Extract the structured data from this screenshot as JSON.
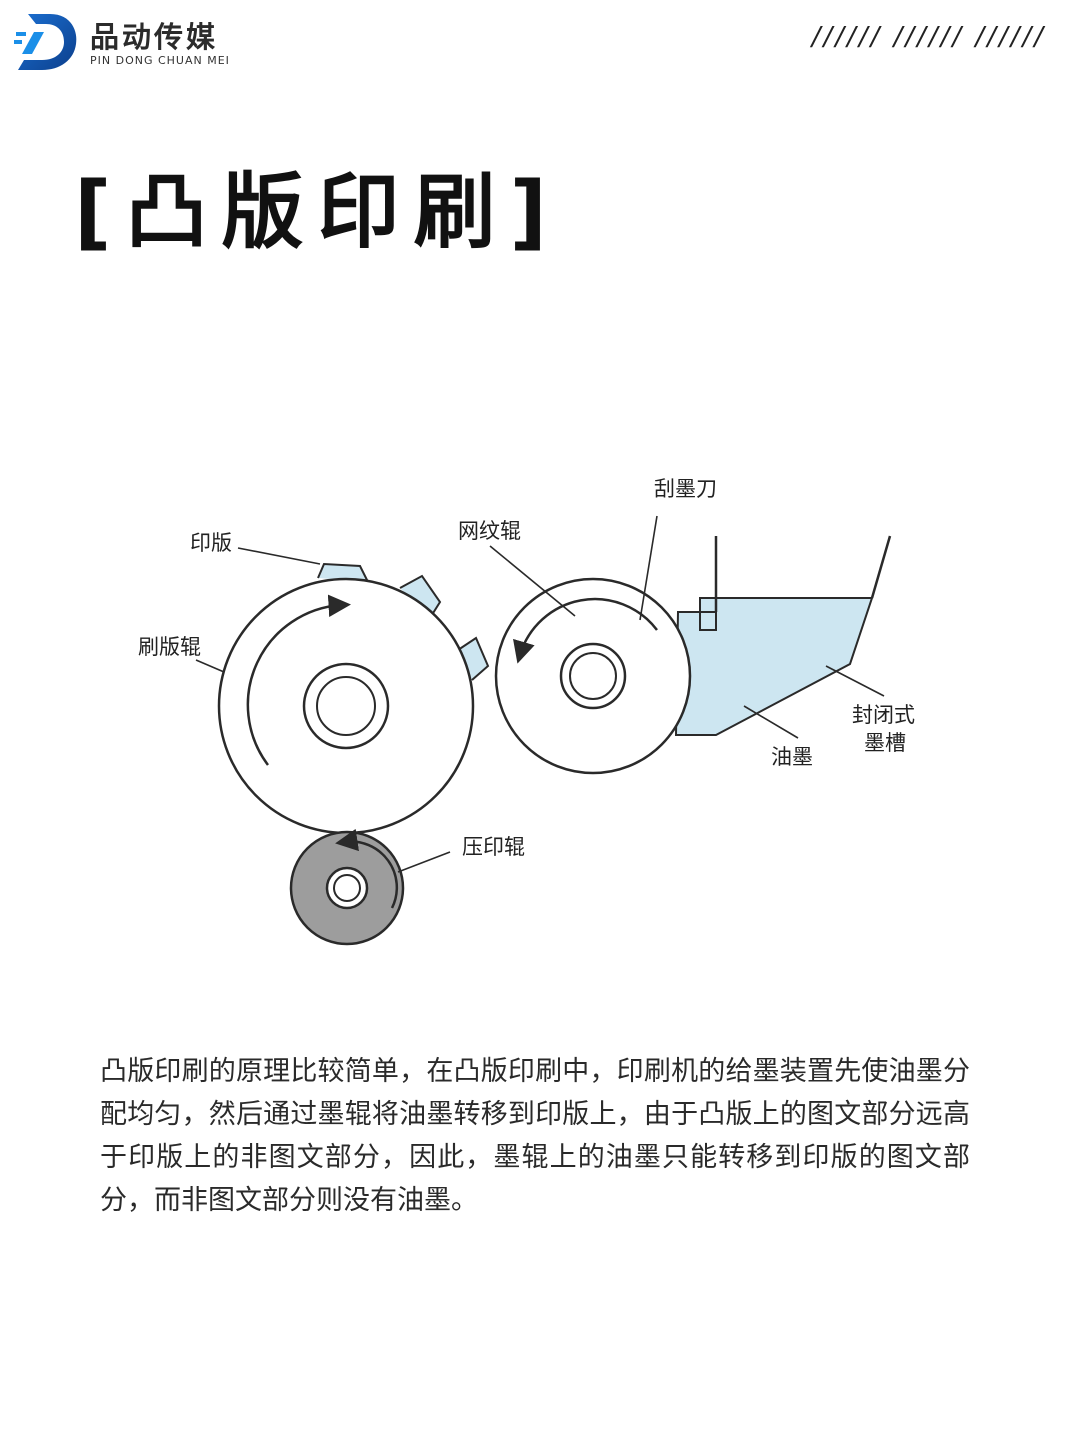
{
  "header": {
    "brand_name": "品动传媒",
    "brand_sub": "PIN DONG CHUAN MEI",
    "slashes": "////// ////// //////"
  },
  "title": "[凸版印刷]",
  "diagram": {
    "labels": {
      "plate": "印版",
      "plate_roller": "刷版辊",
      "anilox_roller": "网纹辊",
      "doctor_blade": "刮墨刀",
      "ink": "油墨",
      "chamber_line1": "封闭式",
      "chamber_line2": "墨槽",
      "impression_roller": "压印辊"
    },
    "colors": {
      "ink_fill": "#cde6f1",
      "impression_fill": "#9d9d9d",
      "stroke": "#2a2a2a"
    }
  },
  "description": "凸版印刷的原理比较简单，在凸版印刷中，印刷机的给墨装置先使油墨分配均匀，然后通过墨辊将油墨转移到印版上，由于凸版上的图文部分远高于印版上的非图文部分，因此，墨辊上的油墨只能转移到印版的图文部分，而非图文部分则没有油墨。"
}
